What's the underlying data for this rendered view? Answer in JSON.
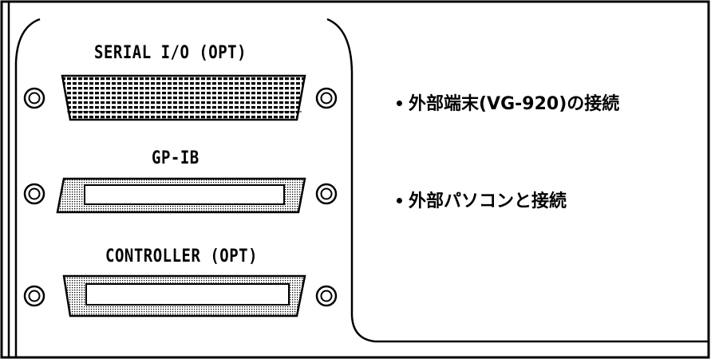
{
  "panel": {
    "connectors": [
      {
        "label": "SERIAL I/O (OPT)",
        "type": "dsub-50-pin"
      },
      {
        "label": "GP-IB",
        "type": "centronics-24"
      },
      {
        "label": "CONTROLLER (OPT)",
        "type": "centronics-36"
      }
    ]
  },
  "notes": [
    "外部端末(VG-920)の接続",
    "外部パソコンと接続"
  ]
}
